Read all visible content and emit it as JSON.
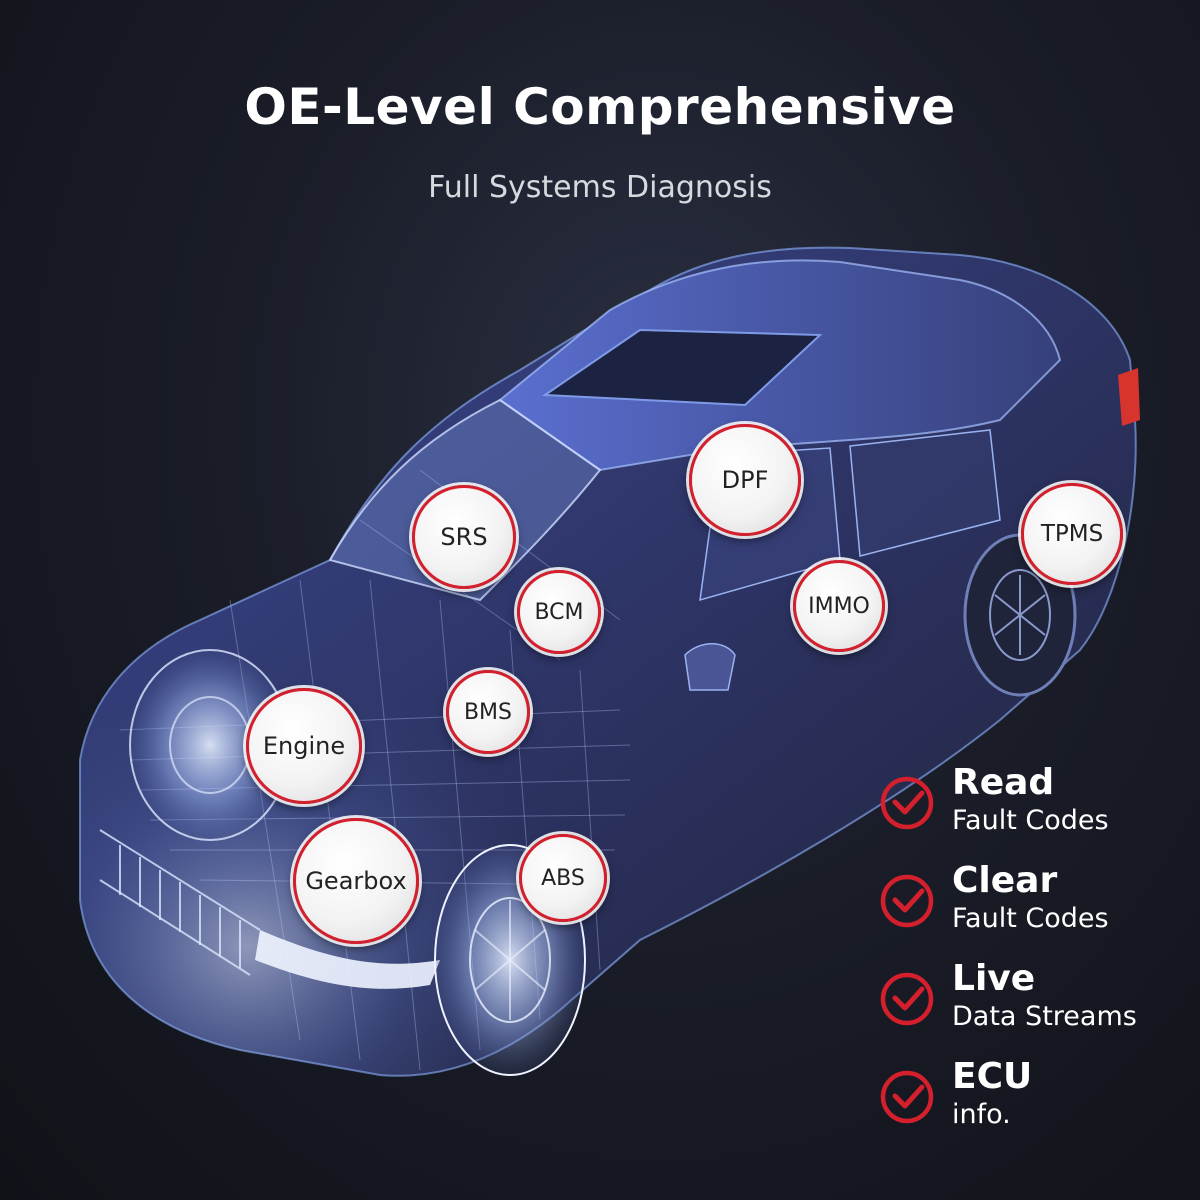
{
  "header": {
    "title": "OE-Level Comprehensive",
    "subtitle": "Full Systems Diagnosis"
  },
  "systems": [
    {
      "label": "DPF"
    },
    {
      "label": "SRS"
    },
    {
      "label": "TPMS"
    },
    {
      "label": "BCM"
    },
    {
      "label": "IMMO"
    },
    {
      "label": "BMS"
    },
    {
      "label": "Engine"
    },
    {
      "label": "Gearbox"
    },
    {
      "label": "ABS"
    }
  ],
  "features": [
    {
      "main": "Read",
      "sub": "Fault Codes"
    },
    {
      "main": "Clear",
      "sub": "Fault Codes"
    },
    {
      "main": "Live",
      "sub": "Data Streams"
    },
    {
      "main": "ECU",
      "sub": "info."
    }
  ],
  "colors": {
    "accent": "#d4202c",
    "background": "#1a1d28",
    "car_wireframe": "#8fb4ff"
  },
  "icons": {
    "feature_check": "check-circle-icon"
  }
}
